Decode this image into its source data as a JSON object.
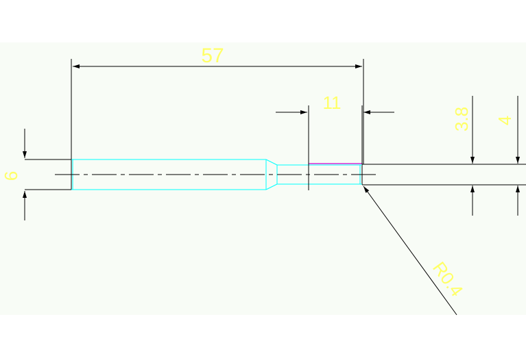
{
  "colors": {
    "background": "#ffffff",
    "drawing_area": "#f8fcf6",
    "outline": "#000000",
    "hidden_edge": "#00ffff",
    "highlight_edge": "#cc00cc",
    "dimension_text": "#ffff66"
  },
  "dimensions": {
    "overall_length": "57",
    "tip_length": "11",
    "shank_diameter": "6",
    "neck_diameter": "3.8",
    "tip_diameter": "4",
    "corner_radius": "R0.4"
  }
}
